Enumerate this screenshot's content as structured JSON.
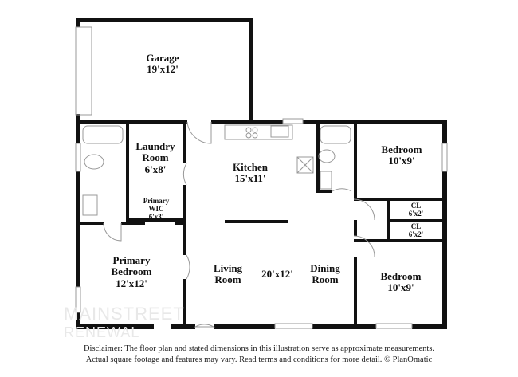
{
  "rooms": [
    {
      "name": "Garage",
      "size": "19'x12'"
    },
    {
      "name": "Laundry Room",
      "size": "6'x8'"
    },
    {
      "name": "Kitchen",
      "size": "15'x11'"
    },
    {
      "name": "Primary WIC",
      "size": "6'x3'"
    },
    {
      "name": "Primary Bedroom",
      "size": "12'x12'"
    },
    {
      "name": "Living Room",
      "size": "20'x12'"
    },
    {
      "name": "Dining Room",
      "size": ""
    },
    {
      "name": "Bedroom",
      "size": "10'x9'"
    },
    {
      "name": "CL",
      "size": "6'x2'"
    },
    {
      "name": "CL",
      "size": "6'x2'"
    },
    {
      "name": "Bedroom",
      "size": "10'x9'"
    }
  ],
  "watermark": {
    "line1": "MAINSTREET",
    "line2": "RENEWAL"
  },
  "disclaimer": {
    "line1": "Disclaimer: The floor plan and stated dimensions in this illustration serve as approximate measurements.",
    "line2": "Actual square footage and features may vary. Read terms and conditions for more detail. © PlanOmatic"
  },
  "colors": {
    "wall": "#111111",
    "fixture": "#999999"
  }
}
